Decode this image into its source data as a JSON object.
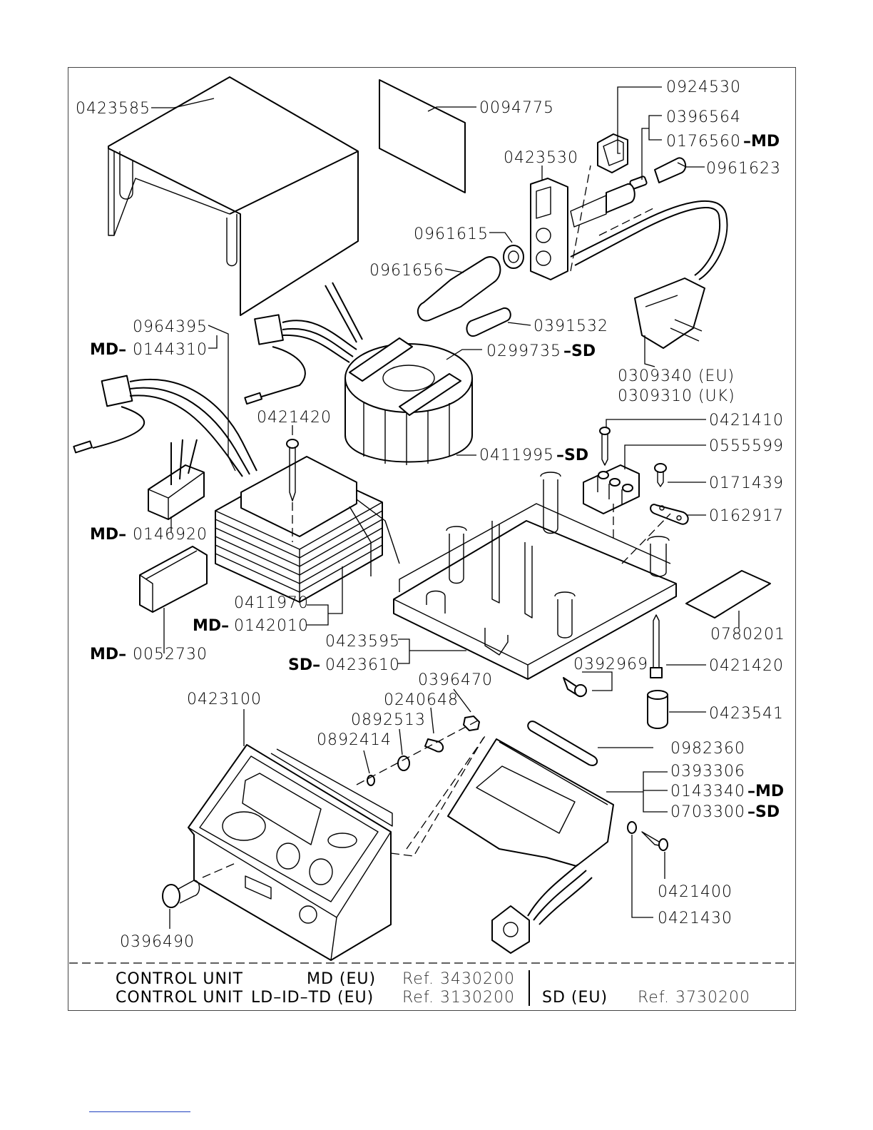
{
  "labels": {
    "top_cover": "0423585",
    "sheet": "0094775",
    "switch": "0924530",
    "fuse_a": "0396564",
    "fuse_b": "0176560",
    "fuse_b_suffix": "–MD",
    "fuse_cap": "0961623",
    "front_panel": "0423530",
    "nut_holder": "0961615",
    "cable_sleeve": "0961656",
    "grommet": "0391532",
    "torus_tape": "0299735",
    "torus_tape_suffix": "–SD",
    "plug_eu": "0309340  (EU)",
    "plug_uk": "0309310  (UK)",
    "cable_harness": "0964395",
    "cable_harness_md": "0144310",
    "md_prefix": "MD–",
    "screw_left": "0421420",
    "torus": "0411995",
    "torus_suffix": "–SD",
    "screw_terminal": "0421410",
    "terminal_block": "0555599",
    "ground_screw": "0171439",
    "ground_lug": "0162917",
    "connector": "0146920",
    "transformer": "0411970",
    "transformer_md": "0142010",
    "label_sheet": "0780201",
    "clip": "0052730",
    "base_a": "0423595",
    "base_sd": "0423610",
    "sd_prefix": "SD–",
    "screw_base": "0392969",
    "screw_long": "0421420",
    "foot": "0423541",
    "housing": "0423100",
    "nut": "0396470",
    "washer_lock": "0240648",
    "toothed_washer": "0892513",
    "washer": "0892414",
    "rod": "0982360",
    "pcb_a": "0393306",
    "pcb_md": "0143340",
    "pcb_md_suffix": "–MD",
    "pcb_sd": "0703300",
    "pcb_sd_suffix": "–SD",
    "pcb_screw": "0421400",
    "pcb_washer": "0421430",
    "knob_screw": "0396490"
  },
  "footer": {
    "row1_name": "CONTROL  UNIT",
    "row1_model": "MD  (EU)",
    "row1_ref": "Ref.  3430200",
    "row2_name": "CONTROL  UNIT",
    "row2_model": "LD–ID–TD  (EU)",
    "row2_ref": "Ref.  3130200",
    "row3_model": "SD  (EU)",
    "row3_ref": "Ref.  3730200"
  }
}
